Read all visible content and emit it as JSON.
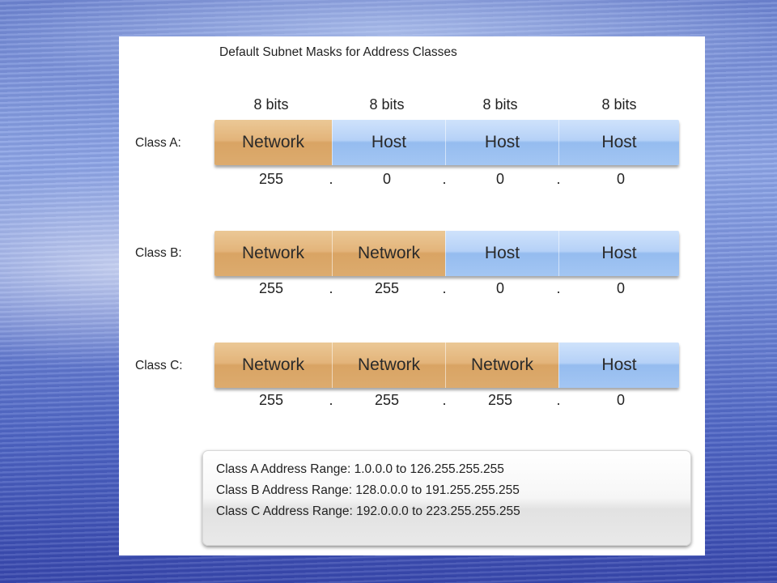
{
  "title": "Default Subnet Masks for Address Classes",
  "bits_labels": [
    "8 bits",
    "8 bits",
    "8 bits",
    "8 bits"
  ],
  "classes": [
    {
      "label": "Class A:",
      "segments": [
        "Network",
        "Host",
        "Host",
        "Host"
      ],
      "octets": [
        "255",
        "0",
        "0",
        "0"
      ]
    },
    {
      "label": "Class B:",
      "segments": [
        "Network",
        "Network",
        "Host",
        "Host"
      ],
      "octets": [
        "255",
        "255",
        "0",
        "0"
      ]
    },
    {
      "label": "Class C:",
      "segments": [
        "Network",
        "Network",
        "Network",
        "Host"
      ],
      "octets": [
        "255",
        "255",
        "255",
        "0"
      ]
    }
  ],
  "separator": ".",
  "ranges": [
    "Class A Address Range: 1.0.0.0 to 126.255.255.255",
    "Class B Address Range: 128.0.0.0 to 191.255.255.255",
    "Class C Address Range: 192.0.0.0 to 223.255.255.255"
  ],
  "colors": {
    "network": "#e1b175",
    "host": "#a9c9f4",
    "background": "#5a70c8"
  }
}
